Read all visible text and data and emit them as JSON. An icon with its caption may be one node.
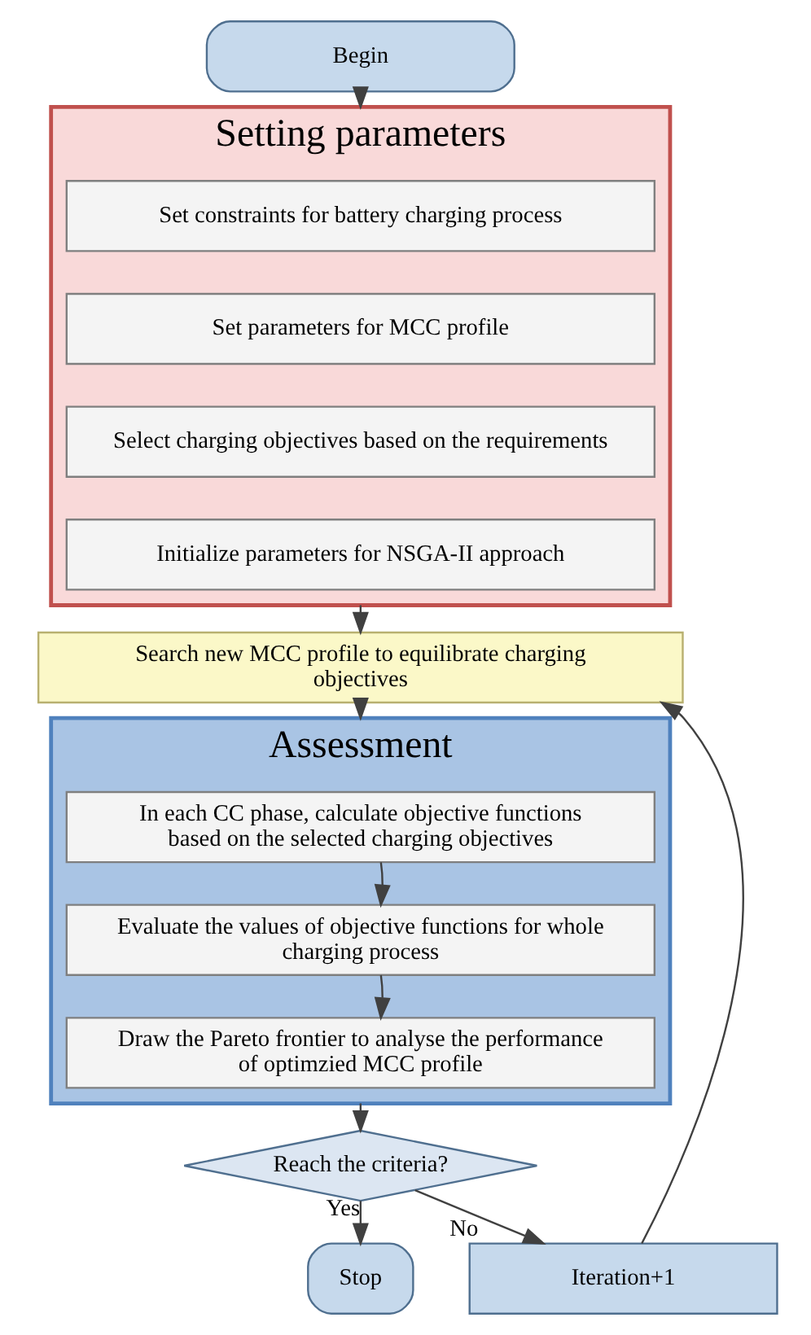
{
  "diagram": {
    "nodes": [
      {
        "text": [
          "Begin"
        ]
      },
      {
        "text": [
          "Setting parameters"
        ]
      },
      {
        "text": [
          "Set constraints for battery charging process"
        ],
        "in": 1
      },
      {
        "text": [
          "Set parameters for MCC profile"
        ],
        "in": 1
      },
      {
        "text": [
          "Select charging objectives based on the requirements"
        ],
        "in": 1
      },
      {
        "text": [
          "Initialize parameters for NSGA-II approach"
        ],
        "in": 1
      },
      {
        "text": [
          "Search new MCC profile to equilibrate charging objectives"
        ]
      },
      {
        "text": [
          "Assessment"
        ]
      },
      {
        "text": [
          "In each CC phase, calculate objective functions based on the selected charging objectives"
        ],
        "in": 7
      },
      {
        "text": [
          "Evaluate the values of objective functions for whole charging process"
        ],
        "in": 7
      },
      {
        "text": [
          "Draw the Pareto frontier to analyse the performance of optimzied MCC profile"
        ],
        "in": 7
      },
      {
        "text": [
          "Reach the criteria?"
        ]
      },
      {
        "text": [
          "Stop"
        ]
      },
      {
        "text": [
          "Iteration+1"
        ]
      }
    ],
    "edges": [
      {
        "from": 0,
        "to": 1,
        "arrow": "to"
      },
      {
        "from": 1,
        "to": 6,
        "arrow": "to"
      },
      {
        "from": 6,
        "to": 7,
        "arrow": "to"
      },
      {
        "from": 8,
        "to": 9,
        "arrow": "to"
      },
      {
        "from": 9,
        "to": 10,
        "arrow": "to"
      },
      {
        "from": 7,
        "to": 11,
        "arrow": "to"
      },
      {
        "from": 11,
        "to": 12,
        "label": "Yes",
        "arrow": "to"
      },
      {
        "from": 11,
        "to": 13,
        "label": "No",
        "arrow": "to"
      },
      {
        "from": 13,
        "to": 6,
        "arrow": "to"
      }
    ]
  }
}
